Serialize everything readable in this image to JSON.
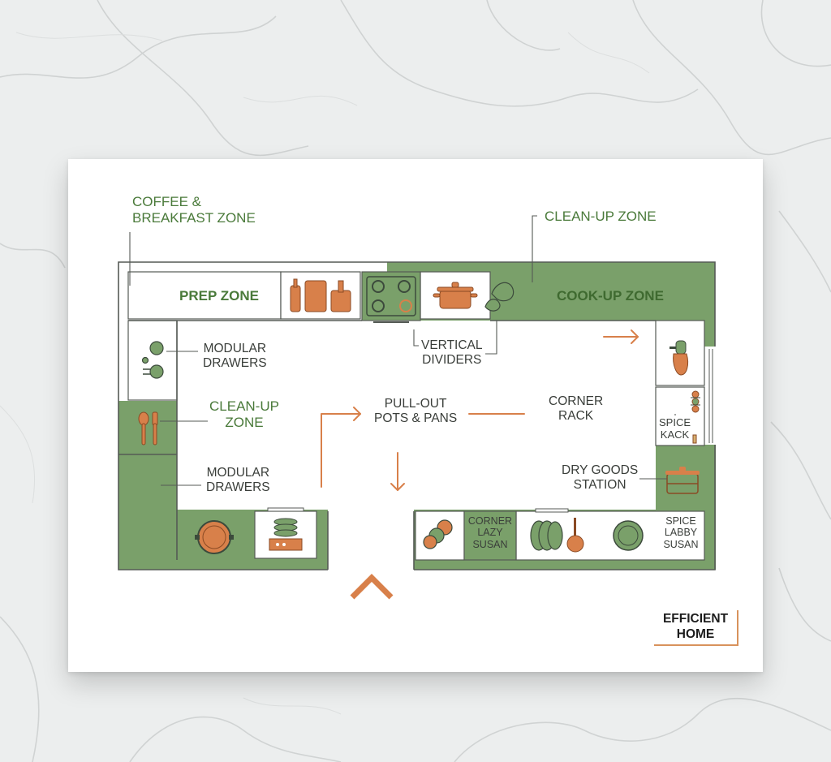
{
  "colors": {
    "green": "#7aa06a",
    "green_dark": "#4a7a3a",
    "orange": "#d8804a",
    "line": "#555a55"
  },
  "labels": {
    "coffee_zone": [
      "COFFEE &",
      "BREAKFAST ZONE"
    ],
    "cleanup_top": "CLEAN-UP ZONE",
    "prep_zone": "PREP ZONE",
    "cookup_zone": "COOK-UP ZONE",
    "modular_drawers_1": [
      "MODULAR",
      "DRAWERS"
    ],
    "vertical_dividers": [
      "VERTICAL",
      "DIVIDERS"
    ],
    "cleanup_left": [
      "CLEAN-UP",
      "ZONE"
    ],
    "pullout": [
      "PULL-OUT",
      "POTS & PANS"
    ],
    "corner_rack": [
      "CORNER",
      "RACK"
    ],
    "spice_rack": [
      "SPICE",
      "KACK"
    ],
    "modular_drawers_2": [
      "MODULAR",
      "DRAWERS"
    ],
    "dry_goods": [
      "DRY GOODS",
      "STATION"
    ],
    "corner_lazy": [
      "CORNER",
      "LAZY",
      "SUSAN"
    ],
    "spice_labby": [
      "SPICE",
      "LABBY",
      "SUSAN"
    ]
  },
  "brand": [
    "EFFICIENT",
    "HOME"
  ]
}
